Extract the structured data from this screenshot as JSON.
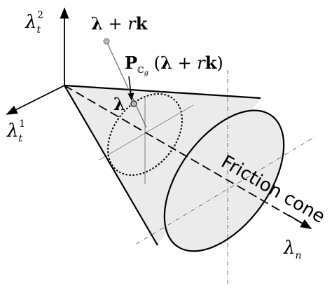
{
  "axes": {
    "vertical": {
      "symbol": "λ",
      "sub": "t",
      "sup": "2"
    },
    "lateral": {
      "symbol": "λ",
      "sub": "t",
      "sup": "1"
    },
    "normal": {
      "symbol": "λ",
      "sub": "n"
    }
  },
  "points": {
    "shifted_label": {
      "lambda": "λ",
      "plus": " + ",
      "r": "r",
      "k": "k"
    },
    "projection_label": {
      "operator": "P",
      "sub_set": "ℂ",
      "sub_index": "g",
      "open": " (",
      "lambda": "λ",
      "plus": " + ",
      "r": "r",
      "k": "k",
      "close": ")"
    },
    "lambda_label": {
      "lambda": "λ"
    }
  },
  "cone_label": {
    "word1": "Friction",
    "word2": "cone"
  },
  "colors": {
    "ink": "#000000",
    "cone_fill": "#ebebeb",
    "point_fill": "#bbbbbb",
    "thin_line": "#555555"
  }
}
